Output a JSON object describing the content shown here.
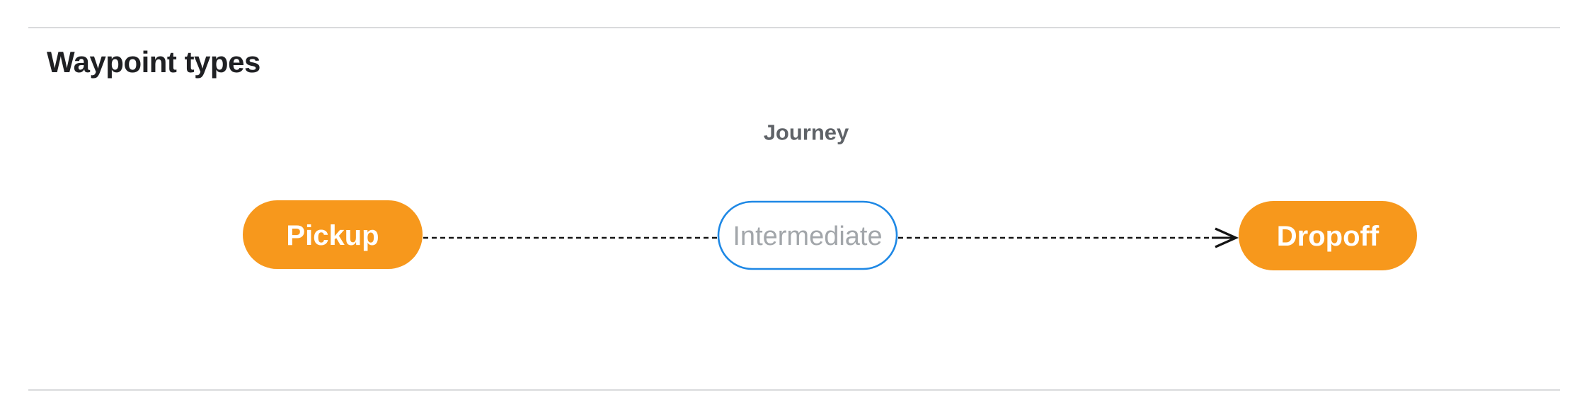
{
  "page": {
    "title": "Waypoint types"
  },
  "diagram": {
    "title": "Journey",
    "nodes": [
      {
        "id": "pickup",
        "label": "Pickup",
        "type": "terminal"
      },
      {
        "id": "intermediate",
        "label": "Intermediate",
        "type": "intermediate"
      },
      {
        "id": "dropoff",
        "label": "Dropoff",
        "type": "terminal"
      }
    ],
    "edges": [
      {
        "from": "pickup",
        "to": "intermediate",
        "style": "dashed",
        "arrow": false
      },
      {
        "from": "intermediate",
        "to": "dropoff",
        "style": "dashed",
        "arrow": true
      }
    ],
    "colors": {
      "terminal_fill": "#F7981C",
      "terminal_text": "#FFFFFF",
      "intermediate_fill": "#FFFFFF",
      "intermediate_border": "#1E88E5",
      "intermediate_text": "#A2A6AA",
      "title_text": "#5F6368",
      "connector": "#141414"
    }
  }
}
